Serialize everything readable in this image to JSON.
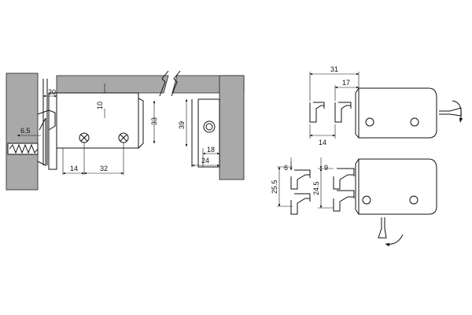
{
  "left_view": {
    "dimensions": {
      "d_20": "20",
      "d_10": "10",
      "d_33": "33",
      "d_39": "39",
      "d_6_5": "6.5",
      "d_14": "14",
      "d_32": "32",
      "d_18": "18",
      "d_24": "24"
    }
  },
  "right_view": {
    "dimensions": {
      "d_31": "31",
      "d_17": "17",
      "d_14": "14",
      "d_6": "6",
      "d_9": "9",
      "d_25_5": "25.5",
      "d_24_5": "24.5"
    }
  }
}
